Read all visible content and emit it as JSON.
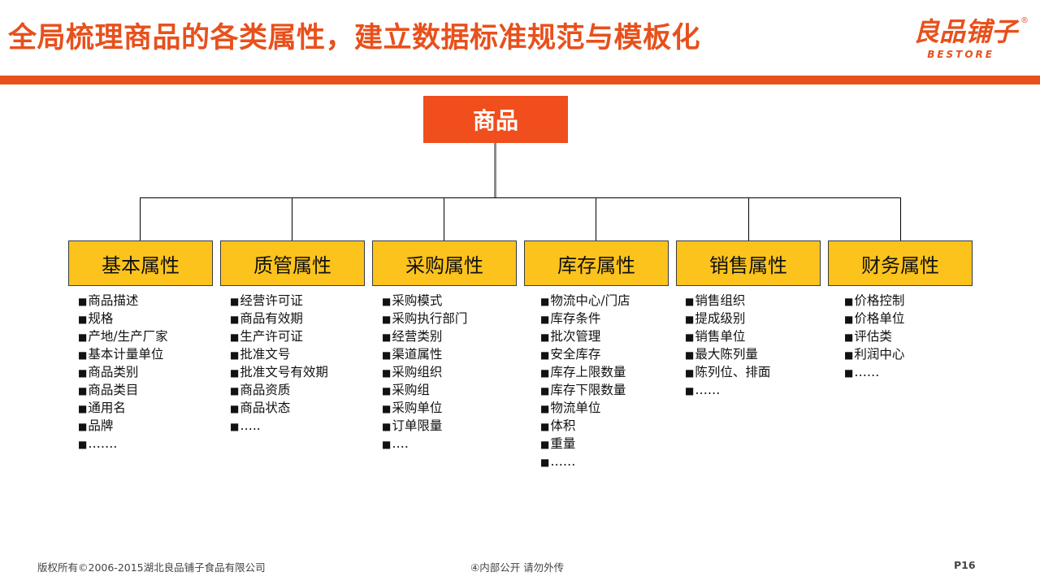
{
  "header": {
    "title": "全局梳理商品的各类属性，建立数据标准规范与模板化",
    "logo_cn": "良品铺子",
    "logo_reg": "®",
    "logo_en": "BESTORE"
  },
  "colors": {
    "accent": "#E8501C",
    "root_box": "#F04E1C",
    "category_box": "#FCC31C"
  },
  "diagram": {
    "root": "商品",
    "categories": [
      {
        "label": "基本属性",
        "items": [
          "商品描述",
          "规格",
          "产地/生产厂家",
          "基本计量单位",
          "商品类别",
          "商品类目",
          "通用名",
          "品牌",
          "……."
        ]
      },
      {
        "label": "质管属性",
        "items": [
          "经营许可证",
          "商品有效期",
          "生产许可证",
          "批准文号",
          "批准文号有效期",
          "商品资质",
          "商品状态",
          "….."
        ]
      },
      {
        "label": "采购属性",
        "items": [
          "采购模式",
          "采购执行部门",
          "经营类别",
          "渠道属性",
          "采购组织",
          "采购组",
          "采购单位",
          "订单限量",
          "…."
        ]
      },
      {
        "label": "库存属性",
        "items": [
          "物流中心/门店",
          "库存条件",
          "批次管理",
          "安全库存",
          "库存上限数量",
          "库存下限数量",
          "物流单位",
          "体积",
          "重量",
          "……"
        ]
      },
      {
        "label": "销售属性",
        "items": [
          "销售组织",
          "提成级别",
          "销售单位",
          "最大陈列量",
          "陈列位、排面",
          "……"
        ]
      },
      {
        "label": "财务属性",
        "items": [
          "价格控制",
          "价格单位",
          "评估类",
          "利润中心",
          "……"
        ]
      }
    ]
  },
  "footer": {
    "copyright": "版权所有©2006-2015湖北良品铺子食品有限公司",
    "classification": "④内部公开 请勿外传",
    "page": "P16"
  }
}
